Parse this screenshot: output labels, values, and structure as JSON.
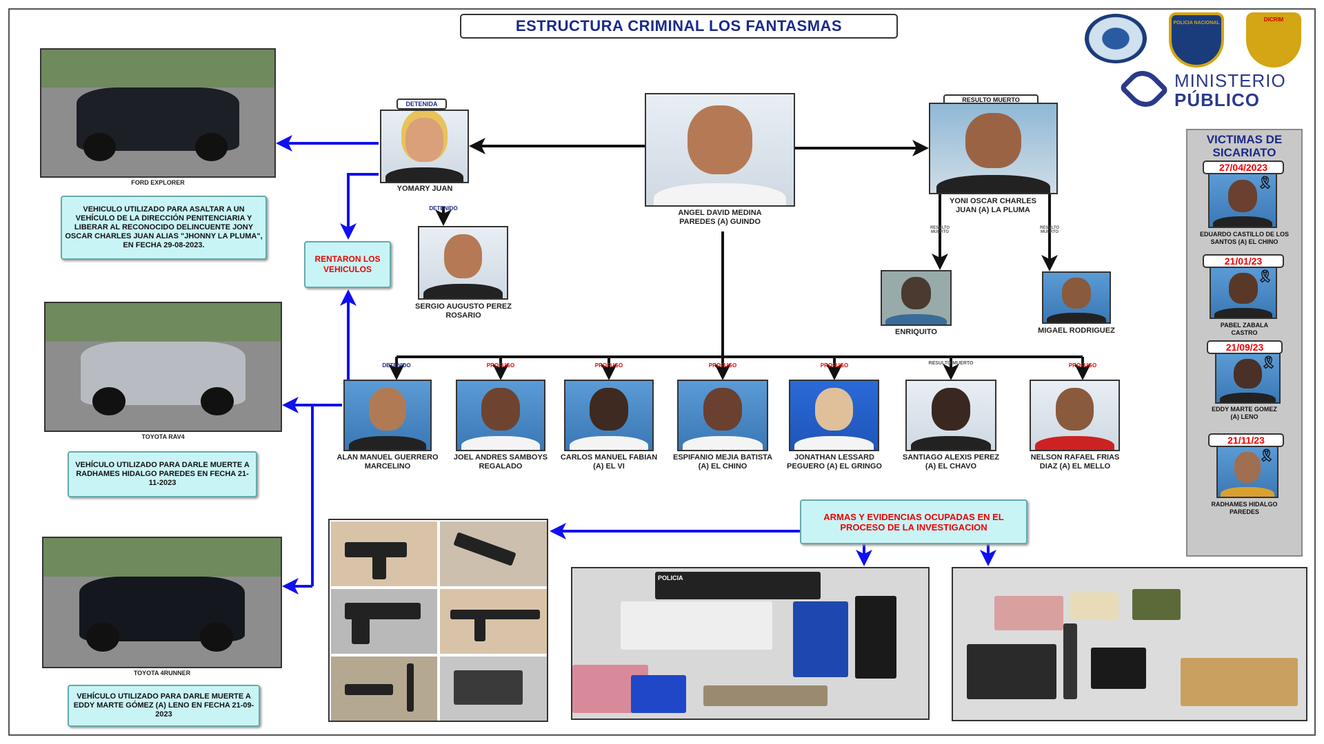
{
  "title": "ESTRUCTURA CRIMINAL LOS FANTASMAS",
  "logos": {
    "ministerio_line1": "MINISTERIO",
    "ministerio_line2": "PÚBLICO",
    "seal2_text": "POLICIA NACIONAL",
    "seal3_text": "DICRIM"
  },
  "vehicles": [
    {
      "label": "FORD EXPLORER",
      "description": "VEHICULO UTILIZADO PARA ASALTAR A UN VEHÍCULO DE LA DIRECCIÓN PENITENCIARIA Y LIBERAR AL RECONOCIDO DELINCUENTE JONY OSCAR CHARLES JUAN ALIAS \"JHONNY LA PLUMA\", EN FECHA 29-08-2023."
    },
    {
      "label": "TOYOTA RAV4",
      "description": "VEHÍCULO UTILIZADO PARA DARLE MUERTE A RADHAMES HIDALGO PAREDES EN FECHA 21-11-2023"
    },
    {
      "label": "TOYOTA 4RUNNER",
      "description": "VEHÍCULO UTILIZADO PARA DARLE MUERTE A EDDY MARTE GÓMEZ (A) LENO EN FECHA 21-09-2023"
    }
  ],
  "rentaron": "RENTARON LOS VEHICULOS",
  "leader": {
    "name": "ANGEL DAVID MEDINA PAREDES (A) GUINDO"
  },
  "yomary": {
    "badge": "DETENIDA",
    "name": "YOMARY JUAN"
  },
  "sergio": {
    "status": "DETENIDO",
    "name": "SERGIO AUGUSTO PEREZ ROSARIO"
  },
  "yoni": {
    "badge": "RESULTO MUERTO",
    "name": "YONI OSCAR CHARLES JUAN (A) LA PLUMA"
  },
  "enriquito": {
    "status": "RESULTO MUERTO",
    "name": "ENRIQUITO"
  },
  "migael": {
    "status": "RESULTO MUERTO",
    "name": "MIGAEL RODRIGUEZ"
  },
  "members": [
    {
      "status": "DETENIDO",
      "name": "ALAN MANUEL GUERRERO MARCELINO"
    },
    {
      "status": "PROFUGO",
      "name": "JOEL ANDRES SAMBOYS REGALADO"
    },
    {
      "status": "PROFUGO",
      "name": "CARLOS MANUEL FABIAN (A) EL VI"
    },
    {
      "status": "PROFUGO",
      "name": "ESPIFANIO MEJIA BATISTA (A) EL CHINO"
    },
    {
      "status": "PROFUGO",
      "name": "JONATHAN LESSARD PEGUERO (A) EL GRINGO"
    },
    {
      "status": "RESULTO MUERTO",
      "name": "SANTIAGO ALEXIS PEREZ (A) EL CHAVO"
    },
    {
      "status": "PROFUGO",
      "name": "NELSON RAFAEL FRIAS DIAZ (A) EL MELLO"
    }
  ],
  "victims": {
    "title": "VICTIMAS DE SICARIATO",
    "items": [
      {
        "date": "27/04/2023",
        "name": "EDUARDO CASTILLO DE LOS SANTOS (A) EL CHINO"
      },
      {
        "date": "21/01/23",
        "name": "PABEL ZABALA CASTRO"
      },
      {
        "date": "21/09/23",
        "name": "EDDY MARTE GOMEZ (A) LENO"
      },
      {
        "date": "21/11/23",
        "name": "RADHAMES HIDALGO PAREDES"
      }
    ]
  },
  "evidence": {
    "label": "ARMAS Y EVIDENCIAS OCUPADAS EN EL PROCESO DE LA INVESTIGACION",
    "vest_text": "POLICIA"
  },
  "colors": {
    "arrow_blue": "#1010f0",
    "title_blue": "#1a2a8a",
    "cyan_box": "#c9f4f6",
    "status_red": "#e00000"
  }
}
